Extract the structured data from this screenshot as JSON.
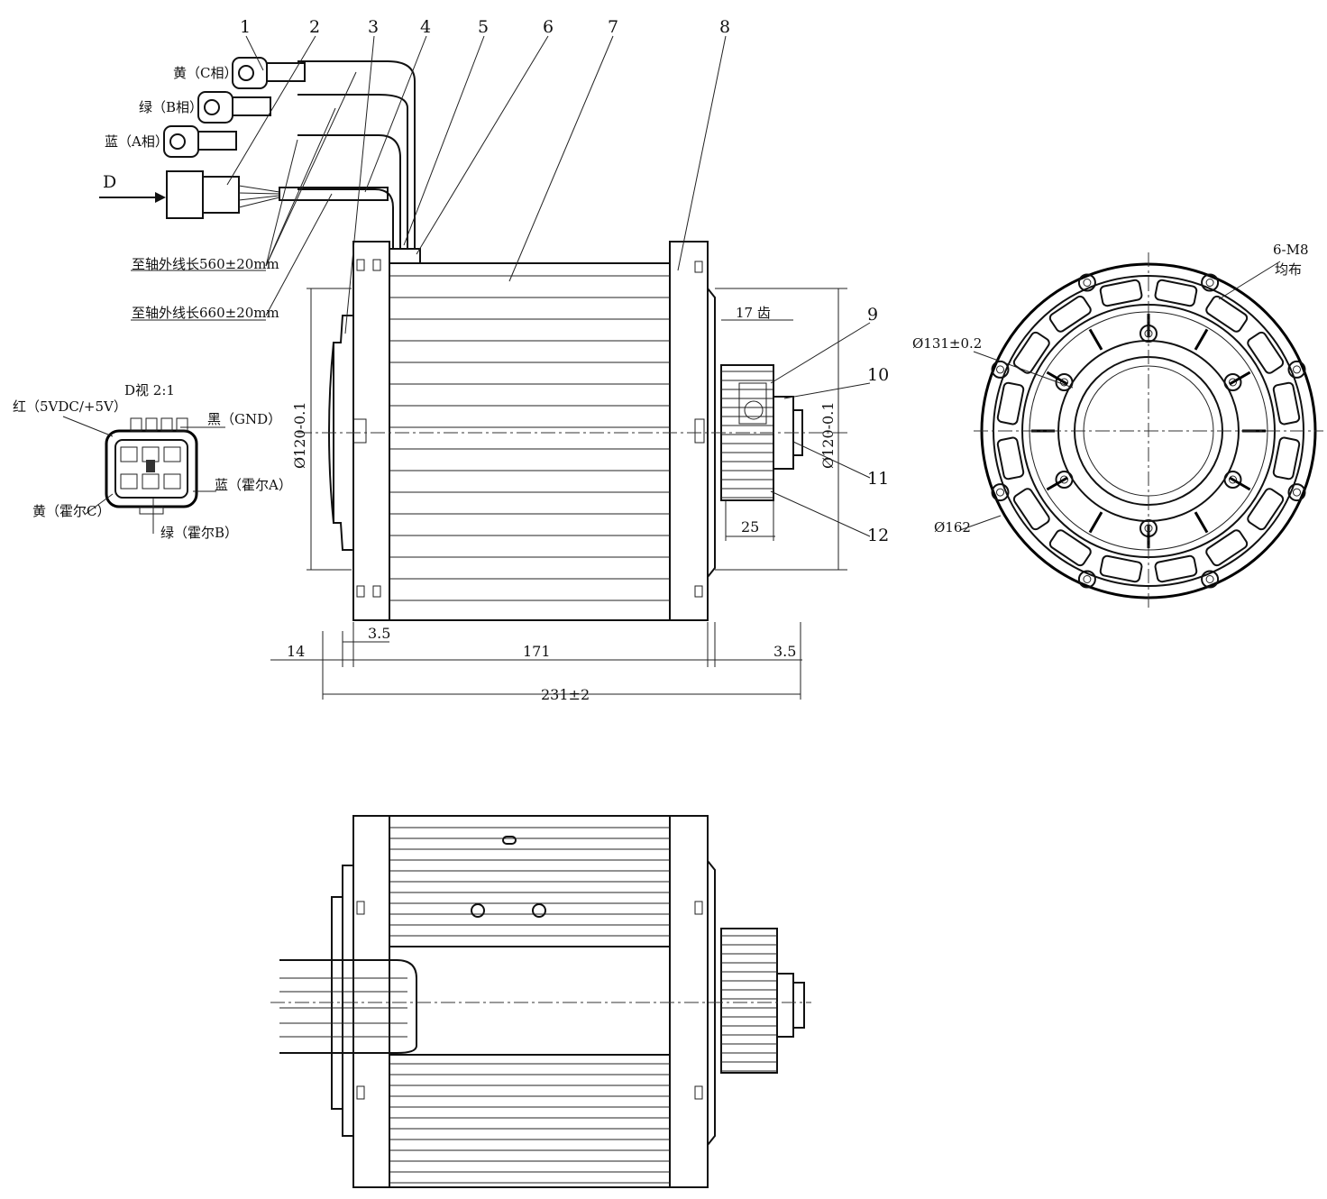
{
  "callouts": [
    "1",
    "2",
    "3",
    "4",
    "5",
    "6",
    "7",
    "8",
    "9",
    "10",
    "11",
    "12"
  ],
  "wire_labels": {
    "c_phase": "黄（C相）",
    "b_phase": "绿（B相）",
    "a_phase": "蓝（A相）",
    "connector_arrow": "D",
    "len_560": "至轴外线长560±20mm",
    "len_660": "至轴外线长660±20mm"
  },
  "connector_view": {
    "title": "D视 2:1",
    "red": "红（5VDC/+5V）",
    "black": "黑（GND）",
    "blue_hall_a": "蓝（霍尔A）",
    "yellow_hall_c": "黄（霍尔C）",
    "green_hall_b": "绿（霍尔B）"
  },
  "dimensions": {
    "dia_left": "Ø120-0.1",
    "dia_right": "Ø120-0.1",
    "pulley_note": "17 齿",
    "d_25": "25",
    "d_3_5_left": "3.5",
    "d_14": "14",
    "d_171": "171",
    "d_3_5_right": "3.5",
    "d_total": "231±2"
  },
  "end_view": {
    "holes": "6-M8",
    "holes_sub": "均布",
    "dia_131": "Ø131±0.2",
    "dia_162": "Ø162"
  }
}
